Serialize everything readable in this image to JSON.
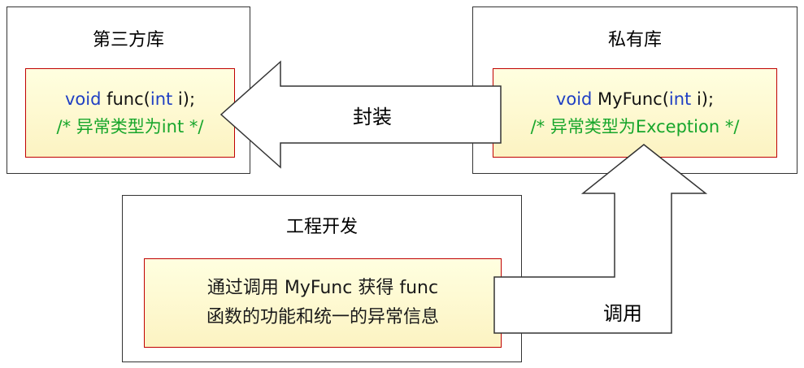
{
  "colors": {
    "inner_fill_top": "#ffffe0",
    "inner_fill_bottom": "#fcf3c2",
    "inner_border": "#c00000",
    "keyword": "#1f3fc4",
    "comment": "#17a62b"
  },
  "third_party": {
    "title": "第三方库",
    "code": {
      "kw": "void",
      "name": " func(",
      "kw2": "int",
      "rest": " i);"
    },
    "comment": "/* 异常类型为int */"
  },
  "private_lib": {
    "title": "私有库",
    "code": {
      "kw": "void",
      "name": " MyFunc(",
      "kw2": "int",
      "rest": " i);"
    },
    "comment": "/* 异常类型为Exception */"
  },
  "engineering": {
    "title": "工程开发",
    "desc_line1": "通过调用 MyFunc 获得 func",
    "desc_line2": "函数的功能和统一的异常信息"
  },
  "arrows": {
    "wrap_label": "封装",
    "call_label": "调用"
  }
}
